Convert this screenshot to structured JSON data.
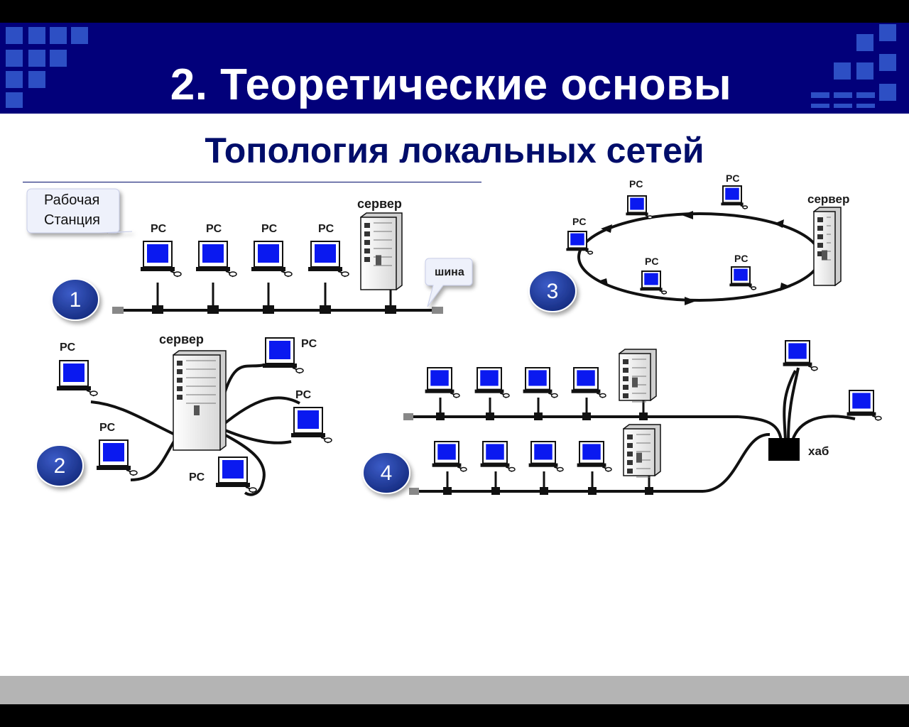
{
  "slide": {
    "title": "2. Теоретические основы",
    "subtitle": "Топология локальных сетей"
  },
  "colors": {
    "banner": "#02007a",
    "subtitle": "#000d6a",
    "badge": "#1c3b9a",
    "screen": "#0a19f0",
    "footer_band": "#b4b4b4"
  },
  "diagram": {
    "workstation_callout": [
      "Рабочая",
      "Станция"
    ],
    "bus_callout": "шина",
    "pc_label": "PC",
    "server_label": "сервер",
    "hub_label": "хаб",
    "badges": [
      "1",
      "2",
      "3",
      "4"
    ],
    "topology1": {
      "badge": "1",
      "pcs": [
        "PC",
        "PC",
        "PC",
        "PC"
      ],
      "server": "сервер"
    },
    "topology2": {
      "badge": "2",
      "pcs": [
        "PC",
        "PC",
        "PC",
        "PC",
        "PC"
      ],
      "server": "сервер"
    },
    "topology3": {
      "badge": "3",
      "pcs": [
        "PC",
        "PC",
        "PC",
        "PC",
        "PC"
      ],
      "server": "сервер"
    },
    "topology4": {
      "badge": "4",
      "hub": "хаб"
    }
  }
}
